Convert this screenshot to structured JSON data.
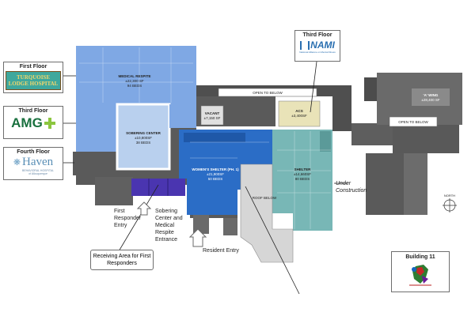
{
  "callouts": {
    "first_floor": {
      "title": "First Floor",
      "logo": "TURQUOISE LODGE HOSPITAL"
    },
    "third_floor_left": {
      "title": "Third Floor",
      "logo": "AMG"
    },
    "fourth_floor": {
      "title": "Fourth Floor",
      "logo": "Haven",
      "logo_sub": "BEHAVIORAL HOSPITAL",
      "logo_sub2": "of Albuquerque"
    },
    "third_floor_right": {
      "title": "Third Floor",
      "logo": "NAMI",
      "logo_sub": "National Alliance on Mental Illness"
    },
    "building": {
      "title": "Building 11"
    }
  },
  "rooms": {
    "medical_respite": {
      "name": "MEDICAL RESPITE",
      "area": "±22,300 SF",
      "beds": "94 BEDS"
    },
    "sobering": {
      "name": "SOBERING CENTER",
      "area": "±10,800SF",
      "beds": "38 BEDS"
    },
    "vacant": {
      "name": "VACANT",
      "area": "±7,150 SF"
    },
    "acs": {
      "name": "ACS",
      "area": "±3,400SF"
    },
    "womens_shelter": {
      "name": "WOMEN'S SHELTER (PH. 1)",
      "area": "±21,900SF",
      "beds": "50 BEDS"
    },
    "shelter": {
      "name": "SHELTER",
      "area": "±14,660SF",
      "beds": "80 BEDS"
    },
    "a_wing": {
      "name": "'A' WING",
      "area": "±28,400 SF"
    },
    "open_to_below_1": "OPEN TO BELOW",
    "open_to_below_2": "OPEN TO BELOW",
    "roof_below": "ROOF BELOW"
  },
  "labels": {
    "first_responder_entry": "First Responder Entry",
    "sobering_entrance": "Sobering Center and Medical Respite Entrance",
    "resident_entry": "Resident Entry",
    "receiving_area": "Receiving Area for First Responders",
    "under_construction": "Under Construction",
    "north": "NORTH"
  },
  "colors": {
    "medical": "#7fa8e4",
    "sobering": "#b9d0ee",
    "womens": "#2b6dc6",
    "shelter": "#78b7b6",
    "acs": "#e9e3b8",
    "receiving": "#4a35b0",
    "dark": "#595959",
    "roof": "#d6d6d6"
  }
}
